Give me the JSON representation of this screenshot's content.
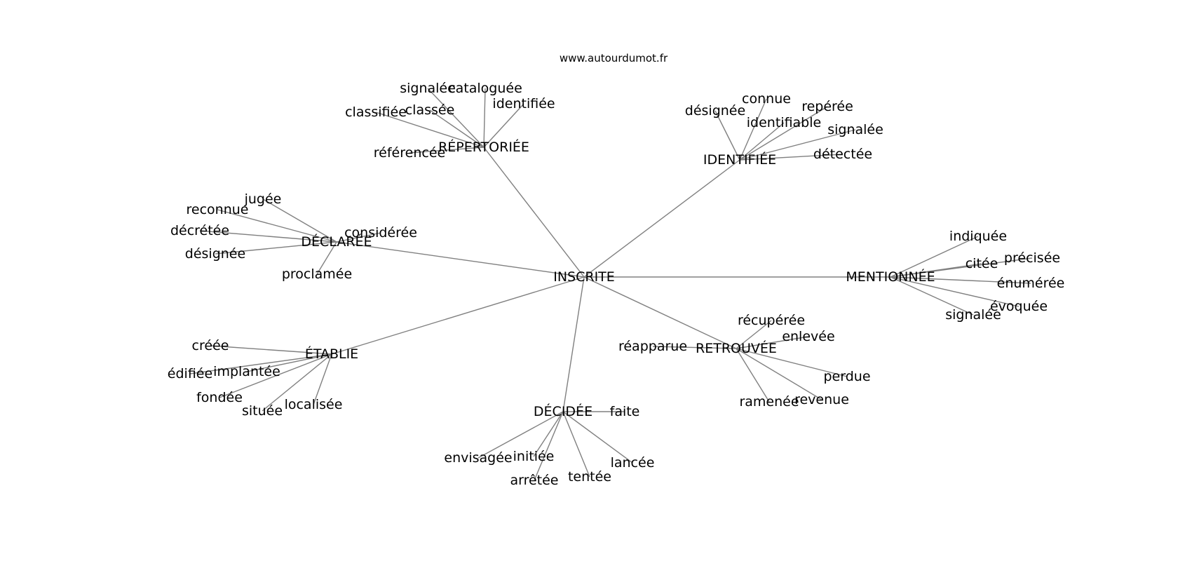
{
  "source": "www.autourdumot.fr",
  "colors": {
    "edge": "#808080",
    "text": "#000000",
    "background": "#ffffff"
  },
  "center": "INSCRITE",
  "hubs": [
    {
      "id": "repertoriee",
      "label": "RÉPERTORIÉE",
      "leaves": [
        "signalée",
        "cataloguée",
        "identifiée",
        "classifiée",
        "classée",
        "référencée"
      ]
    },
    {
      "id": "identifiee",
      "label": "IDENTIFIÉE",
      "leaves": [
        "connue",
        "désignée",
        "repérée",
        "identifiable",
        "signalée",
        "détectée"
      ]
    },
    {
      "id": "declaree",
      "label": "DÉCLARÉE",
      "leaves": [
        "jugée",
        "reconnue",
        "décrétée",
        "désignée",
        "considérée",
        "proclamée"
      ]
    },
    {
      "id": "mentionnee",
      "label": "MENTIONNÉE",
      "leaves": [
        "indiquée",
        "précisée",
        "citée",
        "énumérée",
        "évoquée",
        "signalée"
      ]
    },
    {
      "id": "etablie",
      "label": "ÉTABLIE",
      "leaves": [
        "créée",
        "édifiée",
        "implantée",
        "fondée",
        "située",
        "localisée"
      ]
    },
    {
      "id": "retrouvee",
      "label": "RETROUVÉE",
      "leaves": [
        "récupérée",
        "enlevée",
        "réapparue",
        "perdue",
        "ramenée",
        "revenue"
      ]
    },
    {
      "id": "decidee",
      "label": "DÉCIDÉE",
      "leaves": [
        "faite",
        "envisagée",
        "initiée",
        "arrêtée",
        "tentée",
        "lancée"
      ]
    }
  ]
}
